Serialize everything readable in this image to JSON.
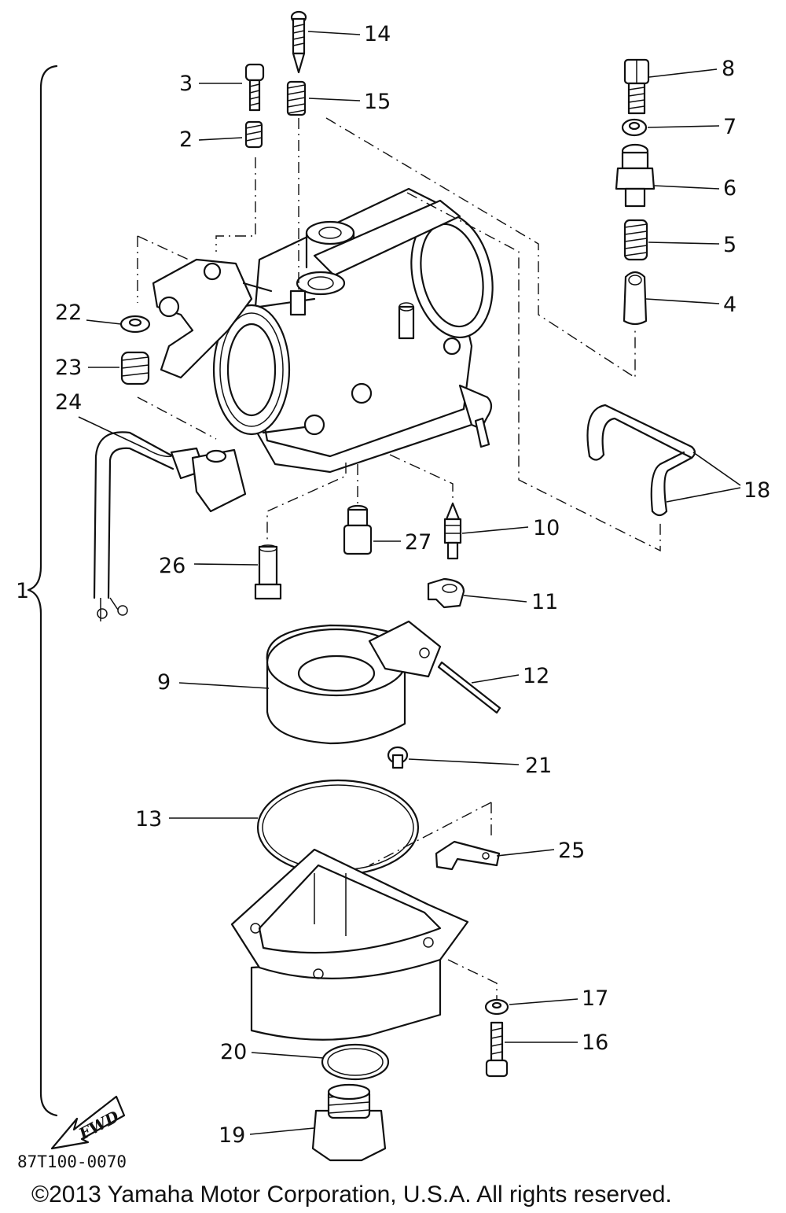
{
  "callouts": {
    "c1": "1",
    "c2": "2",
    "c3": "3",
    "c4": "4",
    "c5": "5",
    "c6": "6",
    "c7": "7",
    "c8": "8",
    "c9": "9",
    "c10": "10",
    "c11": "11",
    "c12": "12",
    "c13": "13",
    "c14": "14",
    "c15": "15",
    "c16": "16",
    "c17": "17",
    "c18": "18",
    "c19": "19",
    "c20": "20",
    "c21": "21",
    "c22": "22",
    "c23": "23",
    "c24": "24",
    "c25": "25",
    "c26": "26",
    "c27": "27"
  },
  "fwd_label": "FWD",
  "diagram_code": "87T100-0070",
  "copyright": "©2013 Yamaha Motor Corporation, U.S.A. All rights reserved."
}
